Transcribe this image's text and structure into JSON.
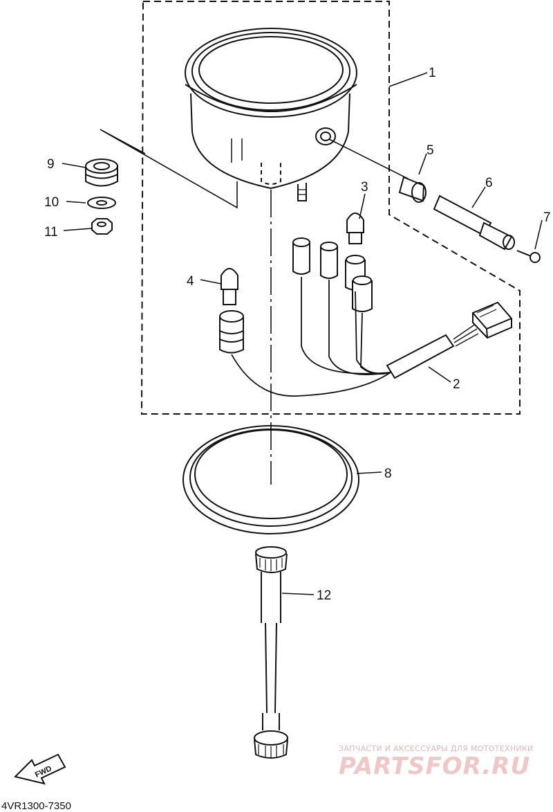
{
  "callouts": {
    "p1": "1",
    "p2": "2",
    "p3": "3",
    "p4": "4",
    "p5": "5",
    "p6": "6",
    "p7": "7",
    "p8": "8",
    "p9": "9",
    "p10": "10",
    "p11": "11",
    "p12": "12"
  },
  "fwd_arrow_label": "FWD",
  "drawing_code": "4VR1300-7350",
  "watermark": {
    "tagline": "ЗАПЧАСТИ И АКСЕССУАРЫ ДЛЯ МОТОТЕХНИКИ",
    "logo": "PARTSFOR.RU"
  }
}
